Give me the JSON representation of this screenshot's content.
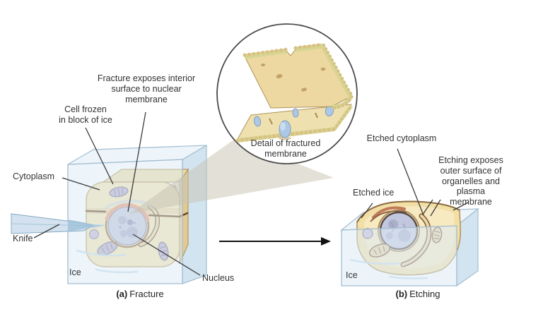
{
  "figure": {
    "title_semantic": "Freeze-fracture and etching of a frozen cell",
    "inset": {
      "caption": "Detail of fractured\nmembrane"
    },
    "panel_a": {
      "labels": {
        "fracture_exposes": "Fracture exposes interior\nsurface to nuclear\nmembrane",
        "cell_frozen": "Cell frozen\nin block of ice",
        "cytoplasm": "Cytoplasm",
        "knife": "Knife",
        "ice": "Ice",
        "nucleus": "Nucleus"
      },
      "caption": {
        "index": "(a)",
        "title": "Fracture"
      }
    },
    "panel_b": {
      "labels": {
        "etched_cytoplasm": "Etched cytoplasm",
        "etching_exposes": "Etching exposes\nouter surface of\norganelles and plasma\nmembrane",
        "etched_ice": "Etched ice",
        "ice": "Ice"
      },
      "caption": {
        "index": "(b)",
        "title": "Etching"
      }
    },
    "colors": {
      "ice_front": "#dcebf5",
      "ice_top": "#eef5fa",
      "ice_side": "#d2e4f0",
      "ice_edge": "#a3bdd0",
      "cell_fill": "#f4e5b2",
      "cell_edge": "#bfa06b",
      "nucleus_fill": "#c2c6db",
      "nuclear_membrane_pink": "#e89a78",
      "organelle_fill": "#b9adc8",
      "knife_fill": "#d3e2ee",
      "membrane_tan": "#ecd8a0",
      "lipid_bead": "#d9c083",
      "protein_blue": "#adc8e4",
      "beam": "#c8c3b2",
      "arrow": "#111111",
      "label_text": "#333333"
    }
  }
}
